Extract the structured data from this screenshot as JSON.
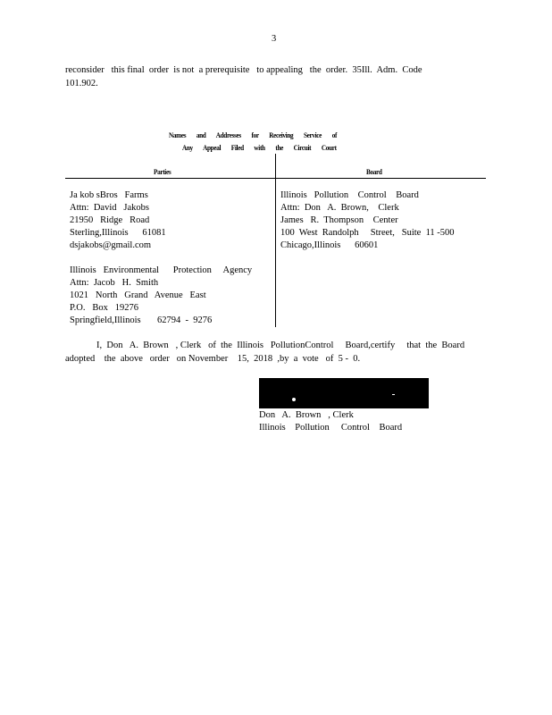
{
  "page_number": "3",
  "intro_paragraph": {
    "line1": "reconsider   this final  order  is not  a prerequisite   to appealing   the  order.  35Ill.  Adm.  Code",
    "line2": "101.902."
  },
  "service_heading": {
    "line1": "Names and Addresses for Receiving Service of",
    "line2": "Any Appeal Filed with the Circuit Court"
  },
  "table": {
    "headers": [
      "Parties",
      "Board"
    ],
    "parties": [
      [
        "Ja kob sBros   Farms",
        "Attn:  David   Jakobs",
        "21950   Ridge   Road",
        "Sterling,Illinois      61081",
        "dsjakobs@gmail.com"
      ],
      [
        "Illinois   Environmental      Protection     Agency",
        "Attn:  Jacob   H.  Smith",
        "1021   North   Grand   Avenue   East",
        "P.O.   Box   19276",
        "Springfield,Illinois       62794  -  9276"
      ]
    ],
    "board": [
      "Illinois   Pollution    Control    Board",
      "Attn:  Don   A.  Brown,    Clerk",
      "James   R.  Thompson    Center",
      "100  West  Randolph     Street,   Suite  11 -500",
      "Chicago,Illinois      60601"
    ]
  },
  "certification": {
    "line1": "I,  Don   A.  Brown   , Clerk   of  the  Illinois   PollutionControl     Board,certify     that  the  Board",
    "line2": "adopted    the  above   order   on November    15,  2018  ,by  a  vote   of  5 -  0."
  },
  "signature_block": {
    "name": "Don   A.  Brown   , Clerk",
    "org": "Illinois    Pollution     Control    Board"
  }
}
